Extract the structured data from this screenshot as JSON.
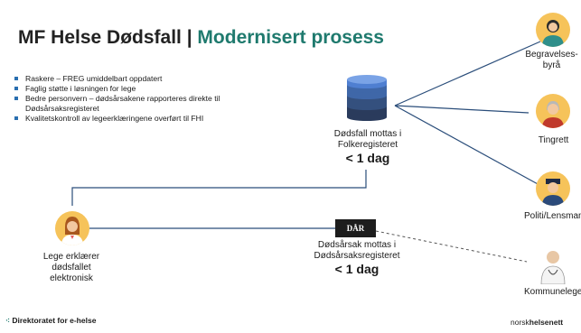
{
  "title": {
    "part1": "MF Helse Dødsfall",
    "separator": " | ",
    "part2": "Modernisert prosess"
  },
  "bullets": [
    "Raskere – FREG umiddelbart oppdatert",
    "Faglig støtte i løsningen for lege",
    "Bedre personvern – dødsårsakene rapporteres direkte til Dødsårsaksregisteret",
    "Kvalitetskontroll av legeerklæringene overført til FHI"
  ],
  "folkeregister": {
    "label_line1": "Dødsfall mottas i",
    "label_line2": "Folkeregisteret",
    "time": "< 1 dag"
  },
  "dodsarsak": {
    "badge": "DÅR",
    "label_line1": "Dødsårsak mottas i",
    "label_line2": "Dødsårsaksregisteret",
    "time": "< 1 dag"
  },
  "lege": {
    "line1": "Lege erklærer",
    "line2": "dødsfallet",
    "line3": "elektronisk"
  },
  "recipients": {
    "begravelse_line1": "Begravelses-",
    "begravelse_line2": "byrå",
    "tingrett": "Tingrett",
    "politi": "Politi/Lensmann",
    "kommunelege": "Kommunelege"
  },
  "footer": {
    "left": "Direktoratet for e-helse",
    "right_normal": "norsk",
    "right_bold": "helsenett"
  },
  "colors": {
    "accent": "#1f7a6e",
    "line": "#2a4d7a",
    "db_top": "#4f7fd1",
    "db_bottom": "#2a3b5c",
    "icon_bg": "#f6c35a"
  }
}
